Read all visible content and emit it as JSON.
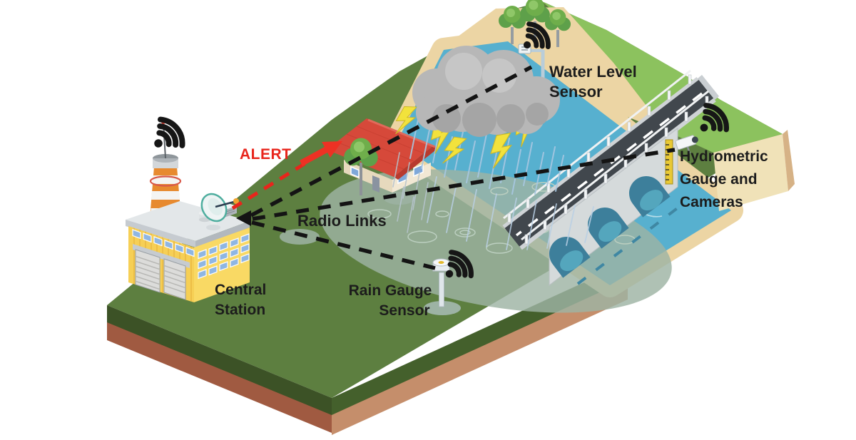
{
  "diagram": {
    "type": "flood-early-warning-system-isometric-diagram",
    "labels": {
      "alert": "ALERT",
      "radio_links": "Radio Links",
      "central_station_line1": "Central",
      "central_station_line2": "Station",
      "rain_gauge_line1": "Rain Gauge",
      "rain_gauge_line2": "Sensor",
      "water_level_line1": "Water Level",
      "water_level_line2": "Sensor",
      "hydrometric_line1": "Hydrometric",
      "hydrometric_line2": "Gauge and",
      "hydrometric_line3": "Cameras"
    },
    "icons": {
      "wifi": "wifi-signal-arcs",
      "satellite_dish": "parabolic-dish",
      "camera": "surveillance-camera",
      "lightning": "lightning-bolt",
      "arrow": "alert-arrow"
    },
    "connections": [
      {
        "from": "central-station",
        "to": "water-level-sensor",
        "type": "radio-link"
      },
      {
        "from": "central-station",
        "to": "hydrometric-gauge-and-cameras",
        "type": "radio-link"
      },
      {
        "from": "central-station",
        "to": "rain-gauge-sensor",
        "type": "radio-link"
      },
      {
        "from": "central-station",
        "to": "house",
        "type": "alert"
      }
    ],
    "colors": {
      "alert_red": "#e8251c",
      "label_black": "#1c1c1c",
      "link_line": "#141414",
      "grass_main": "#5d7f40",
      "grass_light": "#8cc25e",
      "sand": "#ecd5a4",
      "river": "#57b0cf",
      "road": "#41474d",
      "bridge_stone": "#d5dadb",
      "cloud_gray": "#b7b7b7",
      "lightning_yellow": "#f2e23c",
      "soil_left_brown": "#a05a41",
      "soil_right_salmon": "#c58e6b",
      "building_yellow": "#f6cf55",
      "house_roof_red": "#d6493a",
      "gauge_yellow": "#e9c935"
    }
  }
}
